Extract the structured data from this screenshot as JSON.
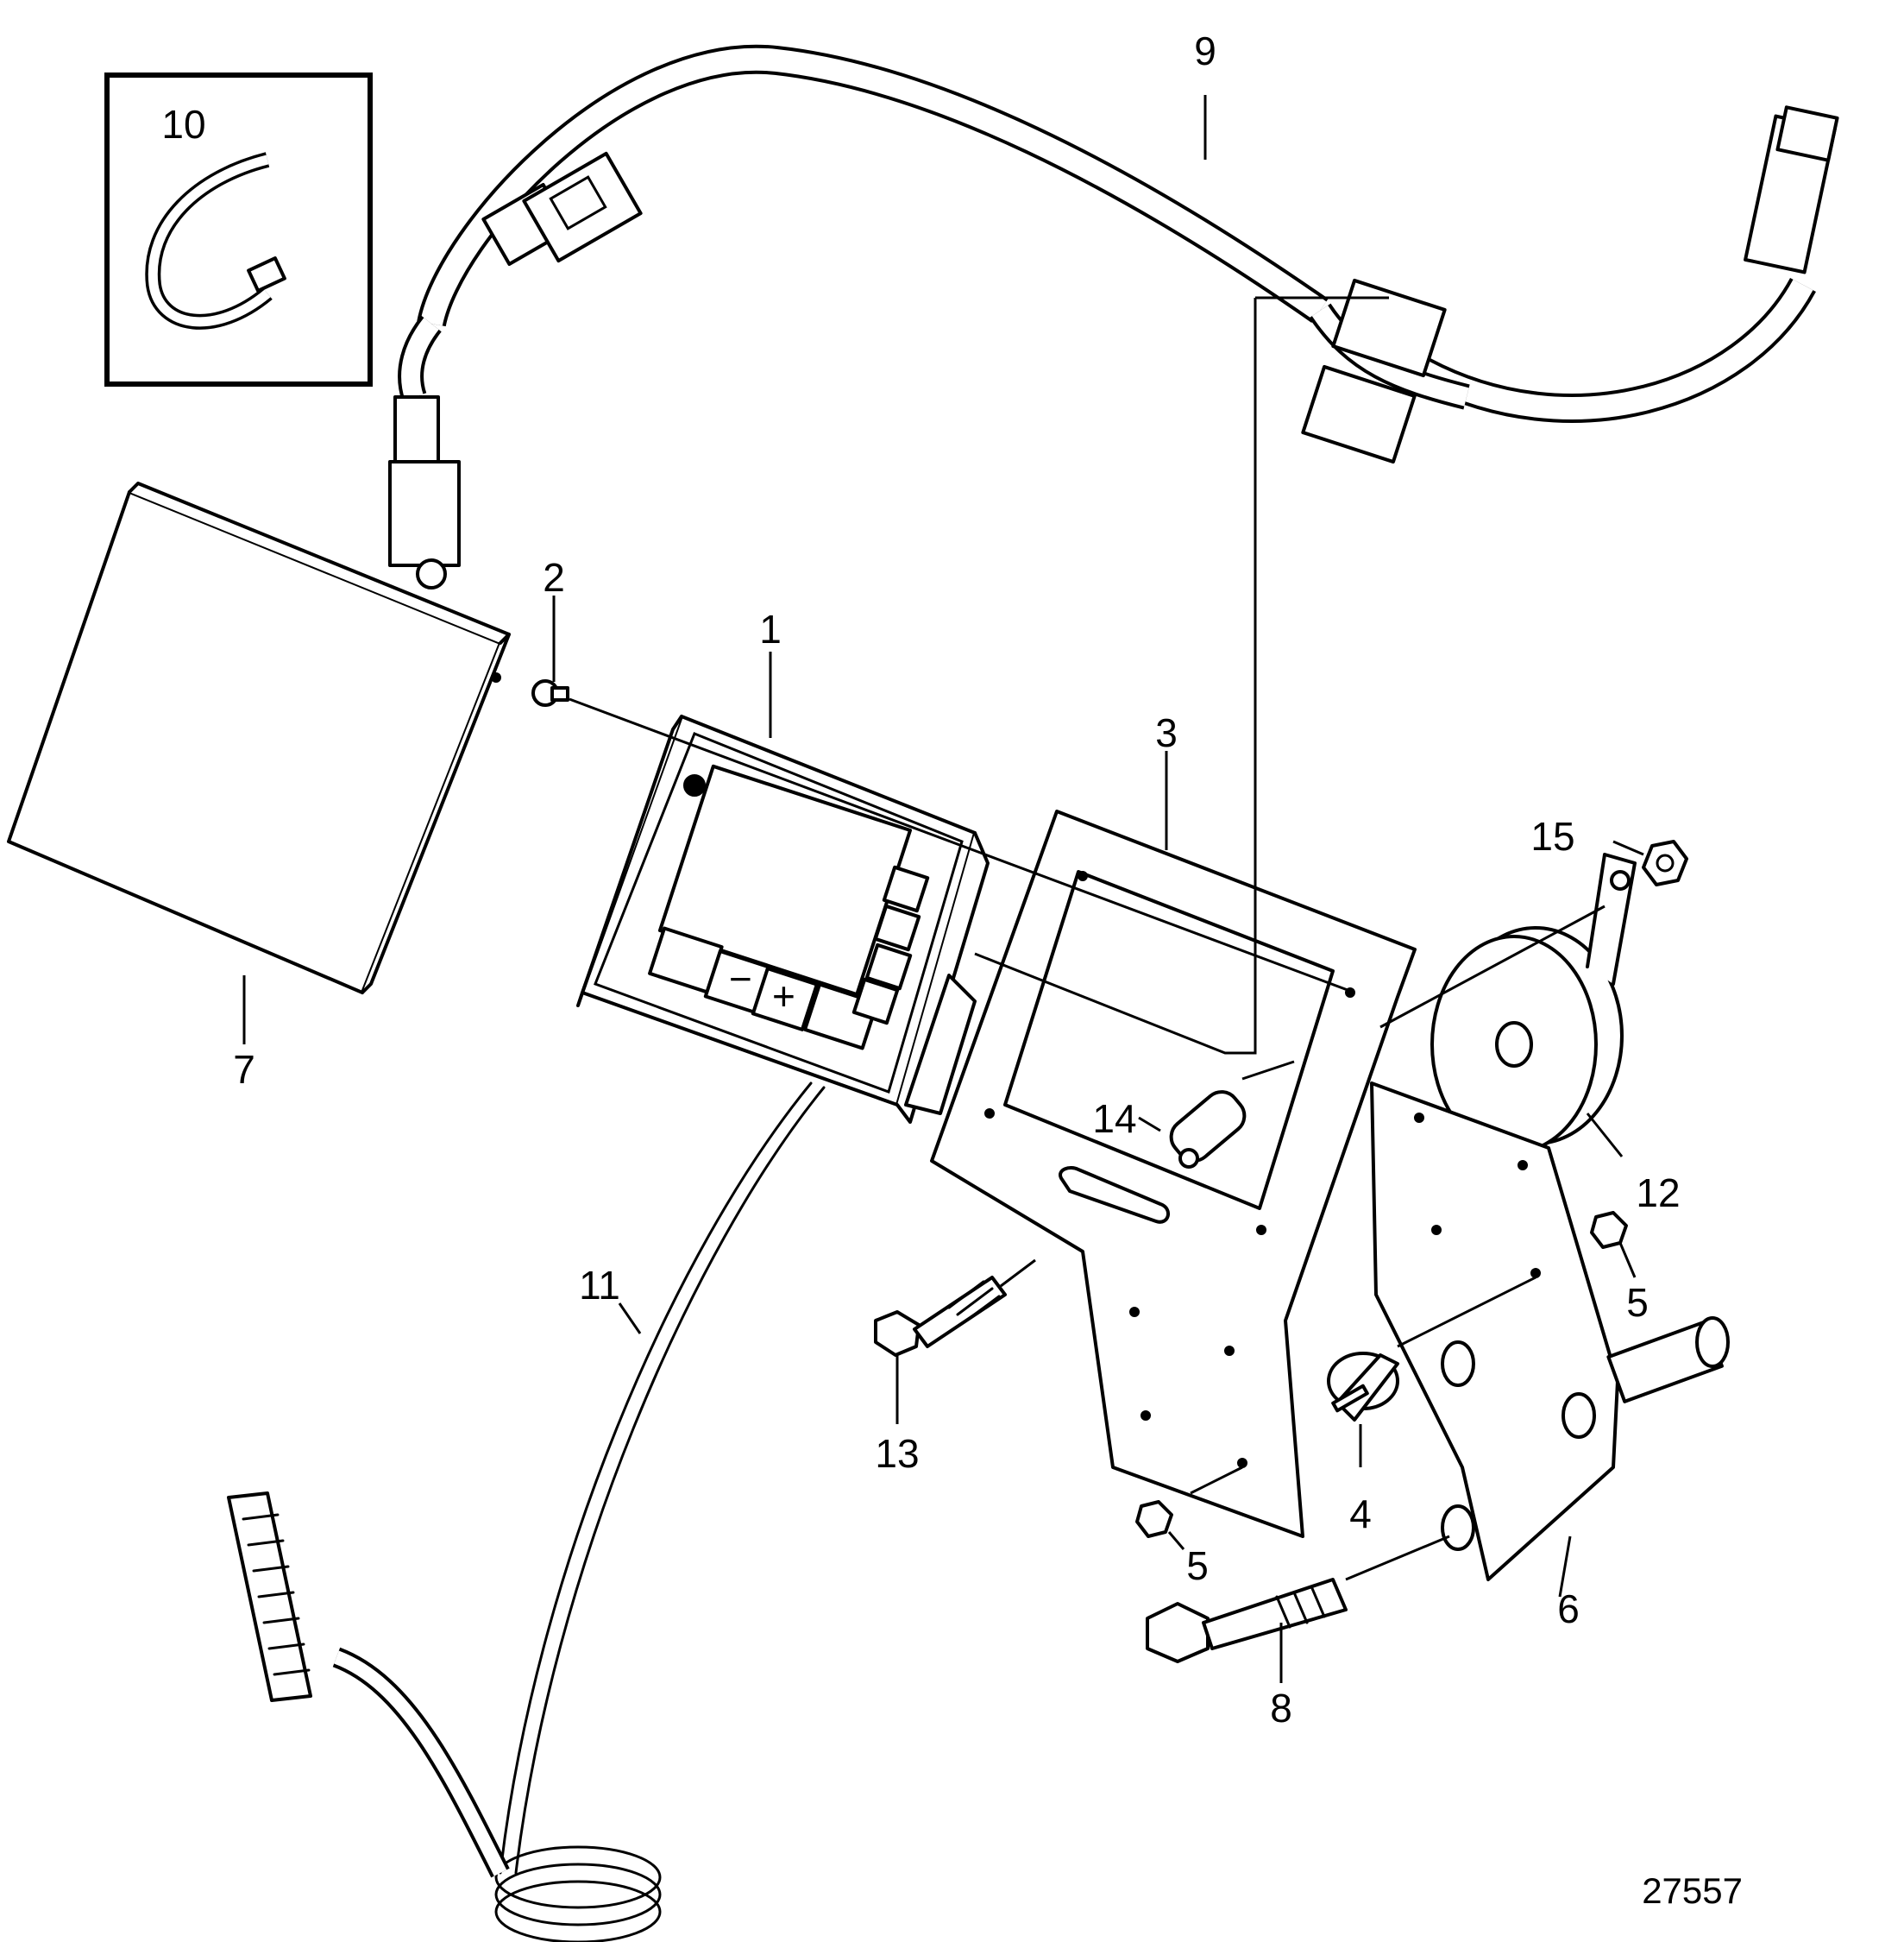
{
  "callouts": [
    {
      "id": "1",
      "text": "1"
    },
    {
      "id": "2",
      "text": "2"
    },
    {
      "id": "3",
      "text": "3"
    },
    {
      "id": "4",
      "text": "4"
    },
    {
      "id": "5a",
      "text": "5"
    },
    {
      "id": "5b",
      "text": "5"
    },
    {
      "id": "6",
      "text": "6"
    },
    {
      "id": "7",
      "text": "7"
    },
    {
      "id": "8",
      "text": "8"
    },
    {
      "id": "9",
      "text": "9"
    },
    {
      "id": "10",
      "text": "10"
    },
    {
      "id": "11",
      "text": "11"
    },
    {
      "id": "12",
      "text": "12"
    },
    {
      "id": "13",
      "text": "13"
    },
    {
      "id": "14",
      "text": "14"
    },
    {
      "id": "15",
      "text": "15"
    }
  ],
  "reference_number": "27557"
}
